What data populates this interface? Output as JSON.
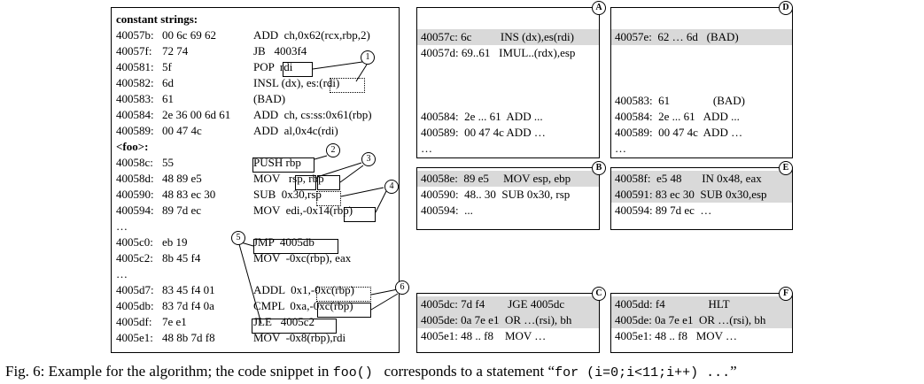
{
  "left_panel": {
    "lines": [
      {
        "addr": "constant strings:",
        "bytes": "",
        "instr": "",
        "header": true
      },
      {
        "addr": "40057b:",
        "bytes": "00 6c 69 62",
        "instr": "ADD  ch,0x62(rcx,rbp,2)"
      },
      {
        "addr": "40057f:",
        "bytes": "72 74",
        "instr": "JB   4003f4"
      },
      {
        "addr": "400581:",
        "bytes": "5f",
        "instr": "POP  rdi"
      },
      {
        "addr": "400582:",
        "bytes": "6d",
        "instr": "INSL (dx), es:(rdi)"
      },
      {
        "addr": "400583:",
        "bytes": "61",
        "instr": "(BAD)"
      },
      {
        "addr": "400584:",
        "bytes": "2e 36 00 6d 61",
        "instr": "ADD  ch, cs:ss:0x61(rbp)"
      },
      {
        "addr": "400589:",
        "bytes": "00 47 4c",
        "instr": "ADD  al,0x4c(rdi)"
      },
      {
        "addr": "<foo>:",
        "bytes": "",
        "instr": "",
        "header": true
      },
      {
        "addr": "40058c:",
        "bytes": "55",
        "instr": "PUSH rbp"
      },
      {
        "addr": "40058d:",
        "bytes": "48 89 e5",
        "instr": "MOV   rsp, rbp"
      },
      {
        "addr": "400590:",
        "bytes": "48 83 ec 30",
        "instr": "SUB  0x30,rsp"
      },
      {
        "addr": "400594:",
        "bytes": "89 7d ec",
        "instr": "MOV  edi,-0x14(rbp)"
      },
      {
        "addr": "…",
        "bytes": "",
        "instr": ""
      },
      {
        "addr": "4005c0:",
        "bytes": "eb 19",
        "instr": "JMP  4005db"
      },
      {
        "addr": "4005c2:",
        "bytes": "8b 45 f4",
        "instr": "MOV  -0xc(rbp), eax"
      },
      {
        "addr": "…",
        "bytes": "",
        "instr": ""
      },
      {
        "addr": "4005d7:",
        "bytes": "83 45 f4 01",
        "instr": "ADDL  0x1,-0xc(rbp)"
      },
      {
        "addr": "4005db:",
        "bytes": "83 7d f4 0a",
        "instr": "CMPL  0xa,-0xc(rbp)"
      },
      {
        "addr": "4005df:",
        "bytes": "7e e1",
        "instr": "JLE   4005c2"
      },
      {
        "addr": "4005e1:",
        "bytes": "48 8b 7d f8",
        "instr": "MOV  -0x8(rbp),rdi"
      }
    ],
    "markers": [
      "1",
      "2",
      "3",
      "4",
      "5",
      "6"
    ]
  },
  "panels": {
    "A": {
      "label": "A",
      "lines": [
        {
          "text": "40057c: 6c          INS (dx),es(rdi)",
          "hl": true
        },
        {
          "text": "40057d: 69..61   IMUL..(rdx),esp",
          "hl": false
        },
        {
          "text": "",
          "hl": false
        },
        {
          "text": "",
          "hl": false
        },
        {
          "text": "",
          "hl": false
        },
        {
          "text": "400584:  2e ... 61  ADD ...",
          "hl": false
        },
        {
          "text": "400589:  00 47 4c ADD …",
          "hl": false
        },
        {
          "text": "…",
          "hl": false
        }
      ]
    },
    "D": {
      "label": "D",
      "lines": [
        {
          "text": "40057e:  62 … 6d   (BAD)",
          "hl": true
        },
        {
          "text": "",
          "hl": false
        },
        {
          "text": "",
          "hl": false
        },
        {
          "text": "",
          "hl": false
        },
        {
          "text": "400583:  61               (BAD)",
          "hl": false
        },
        {
          "text": "400584:  2e ... 61   ADD ...",
          "hl": false
        },
        {
          "text": "400589:  00 47 4c  ADD …",
          "hl": false
        },
        {
          "text": "…",
          "hl": false
        }
      ]
    },
    "B": {
      "label": "B",
      "lines": [
        {
          "text": "40058e:  89 e5     MOV esp, ebp",
          "hl": true
        },
        {
          "text": "400590:  48.. 30  SUB 0x30, rsp",
          "hl": false
        },
        {
          "text": "400594:  ...",
          "hl": false
        }
      ]
    },
    "E": {
      "label": "E",
      "lines": [
        {
          "text": "40058f:  e5 48       IN 0x48, eax",
          "hl": true
        },
        {
          "text": "400591: 83 ec 30  SUB 0x30,esp",
          "hl": true
        },
        {
          "text": "400594: 89 7d ec  …",
          "hl": false
        }
      ]
    },
    "C": {
      "label": "C",
      "lines": [
        {
          "text": "4005dc: 7d f4        JGE 4005dc",
          "hl": true
        },
        {
          "text": "4005de: 0a 7e e1  OR …(rsi), bh",
          "hl": true
        },
        {
          "text": "4005e1: 48 .. f8    MOV …",
          "hl": false
        }
      ]
    },
    "F": {
      "label": "F",
      "lines": [
        {
          "text": "4005dd: f4               HLT",
          "hl": true
        },
        {
          "text": "4005de: 0a 7e e1  OR …(rsi), bh",
          "hl": true
        },
        {
          "text": "4005e1: 48 .. f8   MOV …",
          "hl": false
        }
      ]
    }
  },
  "caption": {
    "prefix": "Fig. 6: Example for the algorithm; the code snippet in ",
    "func": "foo()",
    "middle": "   corresponds to a statement “",
    "code": "for (i=0;i<11;i++) ...",
    "suffix": "”"
  }
}
